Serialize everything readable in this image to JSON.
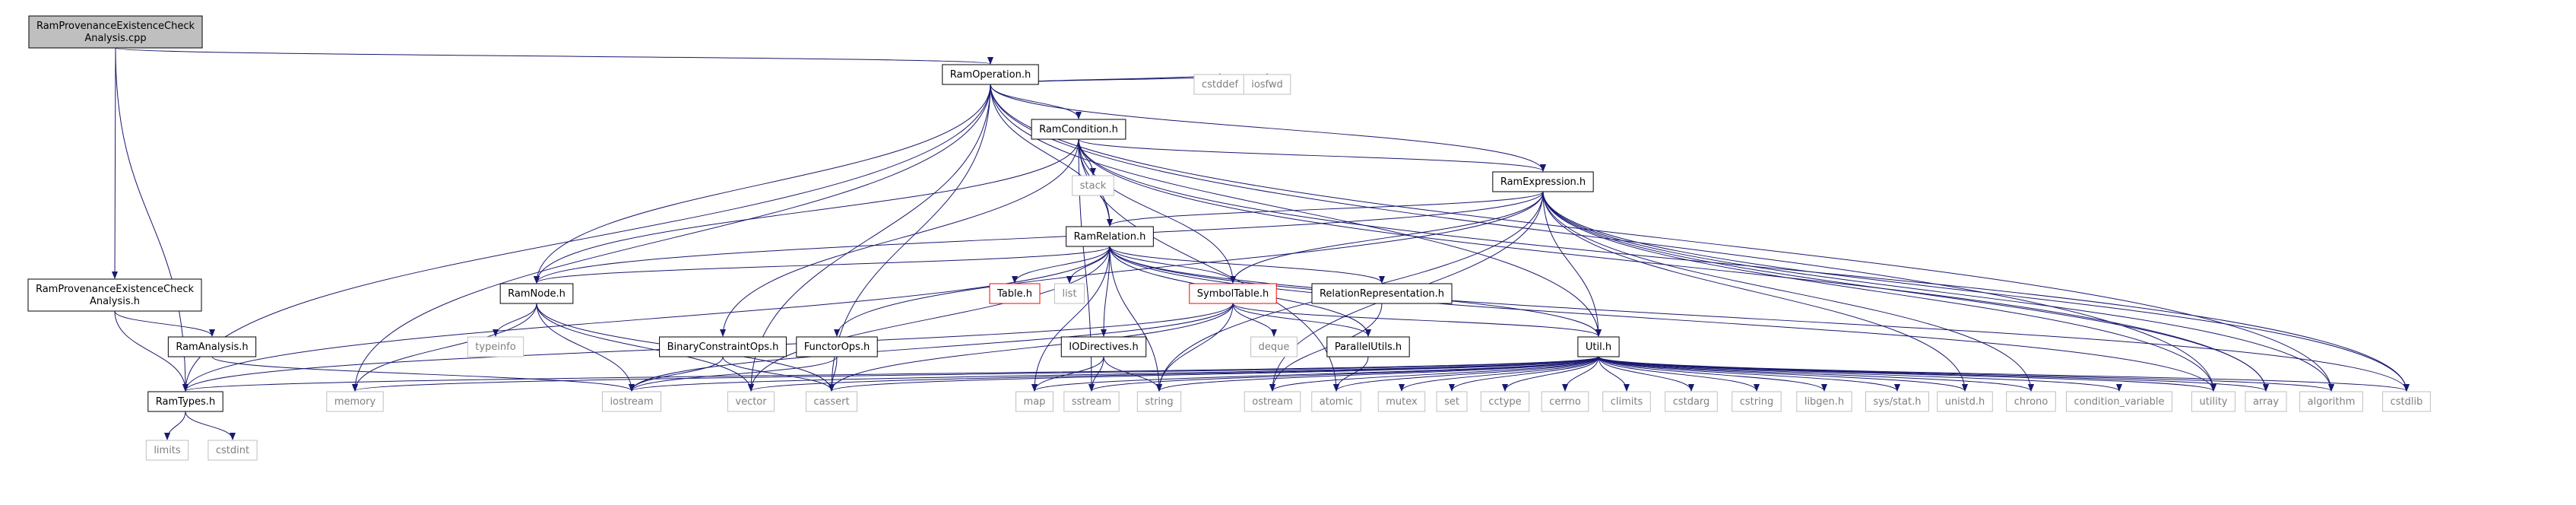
{
  "nodes": [
    {
      "id": "root",
      "lines": [
        "RamProvenanceExistenceCheck",
        "Analysis.cpp"
      ],
      "style": "root"
    },
    {
      "id": "ramop",
      "lines": [
        "RamOperation.h"
      ],
      "style": "normal"
    },
    {
      "id": "cstddef",
      "lines": [
        "cstddef"
      ],
      "style": "system"
    },
    {
      "id": "iosfwd",
      "lines": [
        "iosfwd"
      ],
      "style": "system"
    },
    {
      "id": "ramcond",
      "lines": [
        "RamCondition.h"
      ],
      "style": "normal"
    },
    {
      "id": "stack",
      "lines": [
        "stack"
      ],
      "style": "system"
    },
    {
      "id": "ramexpr",
      "lines": [
        "RamExpression.h"
      ],
      "style": "normal"
    },
    {
      "id": "ramrel",
      "lines": [
        "RamRelation.h"
      ],
      "style": "normal"
    },
    {
      "id": "table",
      "lines": [
        "Table.h"
      ],
      "style": "missing"
    },
    {
      "id": "list",
      "lines": [
        "list"
      ],
      "style": "system"
    },
    {
      "id": "symtab",
      "lines": [
        "SymbolTable.h"
      ],
      "style": "missing"
    },
    {
      "id": "relrep",
      "lines": [
        "RelationRepresentation.h"
      ],
      "style": "normal"
    },
    {
      "id": "rpeca_h",
      "lines": [
        "RamProvenanceExistenceCheck",
        "Analysis.h"
      ],
      "style": "normal"
    },
    {
      "id": "ramnode",
      "lines": [
        "RamNode.h"
      ],
      "style": "normal"
    },
    {
      "id": "ramanalysis",
      "lines": [
        "RamAnalysis.h"
      ],
      "style": "normal"
    },
    {
      "id": "typeinfo",
      "lines": [
        "typeinfo"
      ],
      "style": "system"
    },
    {
      "id": "binops",
      "lines": [
        "BinaryConstraintOps.h"
      ],
      "style": "normal"
    },
    {
      "id": "functorops",
      "lines": [
        "FunctorOps.h"
      ],
      "style": "normal"
    },
    {
      "id": "iodir",
      "lines": [
        "IODirectives.h"
      ],
      "style": "normal"
    },
    {
      "id": "deque",
      "lines": [
        "deque"
      ],
      "style": "system"
    },
    {
      "id": "parallel",
      "lines": [
        "ParallelUtils.h"
      ],
      "style": "normal"
    },
    {
      "id": "util",
      "lines": [
        "Util.h"
      ],
      "style": "normal"
    },
    {
      "id": "ramtypes",
      "lines": [
        "RamTypes.h"
      ],
      "style": "normal"
    },
    {
      "id": "limits",
      "lines": [
        "limits"
      ],
      "style": "system"
    },
    {
      "id": "cstdint",
      "lines": [
        "cstdint"
      ],
      "style": "system"
    },
    {
      "id": "memory",
      "lines": [
        "memory"
      ],
      "style": "system"
    },
    {
      "id": "iostream",
      "lines": [
        "iostream"
      ],
      "style": "system"
    },
    {
      "id": "vector",
      "lines": [
        "vector"
      ],
      "style": "system"
    },
    {
      "id": "cassert",
      "lines": [
        "cassert"
      ],
      "style": "system"
    },
    {
      "id": "map",
      "lines": [
        "map"
      ],
      "style": "system"
    },
    {
      "id": "sstream",
      "lines": [
        "sstream"
      ],
      "style": "system"
    },
    {
      "id": "string",
      "lines": [
        "string"
      ],
      "style": "system"
    },
    {
      "id": "ostream",
      "lines": [
        "ostream"
      ],
      "style": "system"
    },
    {
      "id": "atomic",
      "lines": [
        "atomic"
      ],
      "style": "system"
    },
    {
      "id": "mutex",
      "lines": [
        "mutex"
      ],
      "style": "system"
    },
    {
      "id": "set",
      "lines": [
        "set"
      ],
      "style": "system"
    },
    {
      "id": "cctype",
      "lines": [
        "cctype"
      ],
      "style": "system"
    },
    {
      "id": "cerrno",
      "lines": [
        "cerrno"
      ],
      "style": "system"
    },
    {
      "id": "climits",
      "lines": [
        "climits"
      ],
      "style": "system"
    },
    {
      "id": "cstdarg",
      "lines": [
        "cstdarg"
      ],
      "style": "system"
    },
    {
      "id": "cstring",
      "lines": [
        "cstring"
      ],
      "style": "system"
    },
    {
      "id": "libgen",
      "lines": [
        "libgen.h"
      ],
      "style": "system"
    },
    {
      "id": "sysstat",
      "lines": [
        "sys/stat.h"
      ],
      "style": "system"
    },
    {
      "id": "unistd",
      "lines": [
        "unistd.h"
      ],
      "style": "system"
    },
    {
      "id": "chrono",
      "lines": [
        "chrono"
      ],
      "style": "system"
    },
    {
      "id": "condvar",
      "lines": [
        "condition_variable"
      ],
      "style": "system"
    },
    {
      "id": "utility",
      "lines": [
        "utility"
      ],
      "style": "system"
    },
    {
      "id": "array",
      "lines": [
        "array"
      ],
      "style": "system"
    },
    {
      "id": "algorithm",
      "lines": [
        "algorithm"
      ],
      "style": "system"
    },
    {
      "id": "cstdlib",
      "lines": [
        "cstdlib"
      ],
      "style": "system"
    }
  ],
  "edges": [
    [
      "root",
      "ramop"
    ],
    [
      "root",
      "rpeca_h"
    ],
    [
      "root",
      "ramtypes"
    ],
    [
      "rpeca_h",
      "ramanalysis"
    ],
    [
      "rpeca_h",
      "ramtypes"
    ],
    [
      "ramanalysis",
      "iostream"
    ],
    [
      "ramop",
      "cstddef"
    ],
    [
      "ramop",
      "iosfwd"
    ],
    [
      "ramop",
      "ramcond"
    ],
    [
      "ramop",
      "ramexpr"
    ],
    [
      "ramop",
      "ramrel"
    ],
    [
      "ramop",
      "ramnode"
    ],
    [
      "ramop",
      "ramtypes"
    ],
    [
      "ramop",
      "memory"
    ],
    [
      "ramop",
      "vector"
    ],
    [
      "ramop",
      "cassert"
    ],
    [
      "ramop",
      "util"
    ],
    [
      "ramop",
      "utility"
    ],
    [
      "ramop",
      "algorithm"
    ],
    [
      "ramcond",
      "stack"
    ],
    [
      "ramcond",
      "ramexpr"
    ],
    [
      "ramcond",
      "ramrel"
    ],
    [
      "ramcond",
      "symtab"
    ],
    [
      "ramcond",
      "ramnode"
    ],
    [
      "ramcond",
      "binops"
    ],
    [
      "ramcond",
      "sstream"
    ],
    [
      "ramcond",
      "atomic"
    ],
    [
      "ramcond",
      "array"
    ],
    [
      "ramcond",
      "cstdlib"
    ],
    [
      "ramexpr",
      "ramrel"
    ],
    [
      "ramexpr",
      "symtab"
    ],
    [
      "ramexpr",
      "ramnode"
    ],
    [
      "ramexpr",
      "functorops"
    ],
    [
      "ramexpr",
      "util"
    ],
    [
      "ramexpr",
      "string"
    ],
    [
      "ramexpr",
      "ostream"
    ],
    [
      "ramexpr",
      "utility"
    ],
    [
      "ramexpr",
      "array"
    ],
    [
      "ramexpr",
      "algorithm"
    ],
    [
      "ramexpr",
      "cstdlib"
    ],
    [
      "ramexpr",
      "unistd"
    ],
    [
      "ramexpr",
      "chrono"
    ],
    [
      "ramrel",
      "table"
    ],
    [
      "ramrel",
      "list"
    ],
    [
      "ramrel",
      "symtab"
    ],
    [
      "ramrel",
      "relrep"
    ],
    [
      "ramrel",
      "ramnode"
    ],
    [
      "ramrel",
      "ramtypes"
    ],
    [
      "ramrel",
      "iodir"
    ],
    [
      "ramrel",
      "parallel"
    ],
    [
      "ramrel",
      "util"
    ],
    [
      "ramrel",
      "map"
    ],
    [
      "ramrel",
      "string"
    ],
    [
      "ramrel",
      "vector"
    ],
    [
      "ramrel",
      "utility"
    ],
    [
      "ramrel",
      "cstdlib"
    ],
    [
      "symtab",
      "parallel"
    ],
    [
      "symtab",
      "util"
    ],
    [
      "symtab",
      "ramtypes"
    ],
    [
      "symtab",
      "deque"
    ],
    [
      "symtab",
      "string"
    ],
    [
      "symtab",
      "iostream"
    ],
    [
      "symtab",
      "cassert"
    ],
    [
      "relrep",
      "ostream"
    ],
    [
      "ramnode",
      "typeinfo"
    ],
    [
      "ramnode",
      "memory"
    ],
    [
      "ramnode",
      "iostream"
    ],
    [
      "ramnode",
      "vector"
    ],
    [
      "ramnode",
      "cassert"
    ],
    [
      "binops",
      "iostream"
    ],
    [
      "binops",
      "cassert"
    ],
    [
      "functorops",
      "cassert"
    ],
    [
      "functorops",
      "iostream"
    ],
    [
      "iodir",
      "map"
    ],
    [
      "iodir",
      "sstream"
    ],
    [
      "iodir",
      "string"
    ],
    [
      "parallel",
      "atomic"
    ],
    [
      "ramtypes",
      "limits"
    ],
    [
      "ramtypes",
      "cstdint"
    ],
    [
      "util",
      "ramtypes"
    ],
    [
      "util",
      "memory"
    ],
    [
      "util",
      "iostream"
    ],
    [
      "util",
      "vector"
    ],
    [
      "util",
      "cassert"
    ],
    [
      "util",
      "map"
    ],
    [
      "util",
      "sstream"
    ],
    [
      "util",
      "string"
    ],
    [
      "util",
      "ostream"
    ],
    [
      "util",
      "atomic"
    ],
    [
      "util",
      "mutex"
    ],
    [
      "util",
      "set"
    ],
    [
      "util",
      "cctype"
    ],
    [
      "util",
      "cerrno"
    ],
    [
      "util",
      "climits"
    ],
    [
      "util",
      "cstdarg"
    ],
    [
      "util",
      "cstring"
    ],
    [
      "util",
      "libgen"
    ],
    [
      "util",
      "sysstat"
    ],
    [
      "util",
      "unistd"
    ],
    [
      "util",
      "chrono"
    ],
    [
      "util",
      "condvar"
    ],
    [
      "util",
      "utility"
    ],
    [
      "util",
      "array"
    ],
    [
      "util",
      "algorithm"
    ],
    [
      "util",
      "cstdlib"
    ]
  ]
}
